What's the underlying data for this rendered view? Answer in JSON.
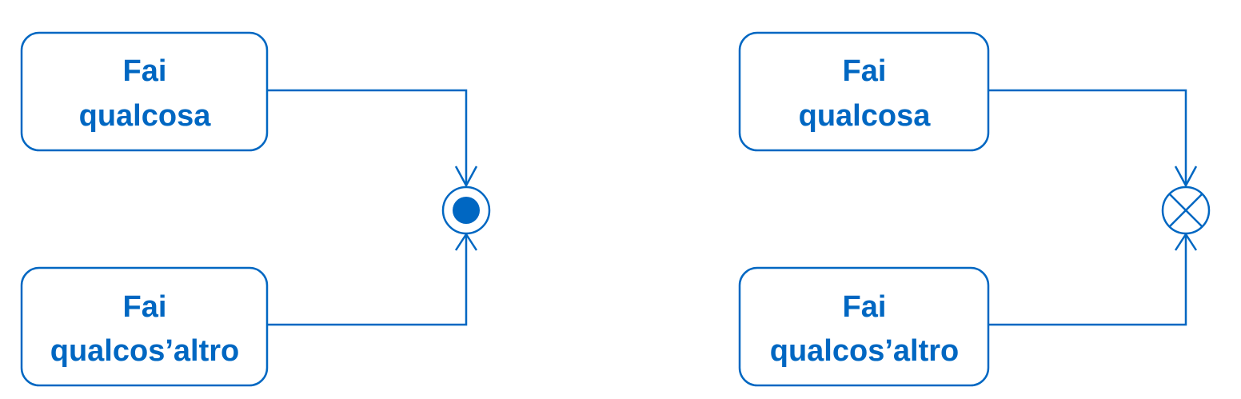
{
  "colors": {
    "accent": "#0067C2",
    "background": "#ffffff"
  },
  "left_diagram": {
    "top_action": {
      "line1": "Fai",
      "line2": "qualcosa"
    },
    "bottom_action": {
      "line1": "Fai",
      "line2": "qualcos’altro"
    },
    "final_node": "activity-final-node"
  },
  "right_diagram": {
    "top_action": {
      "line1": "Fai",
      "line2": "qualcosa"
    },
    "bottom_action": {
      "line1": "Fai",
      "line2": "qualcos’altro"
    },
    "final_node": "flow-final-node"
  }
}
